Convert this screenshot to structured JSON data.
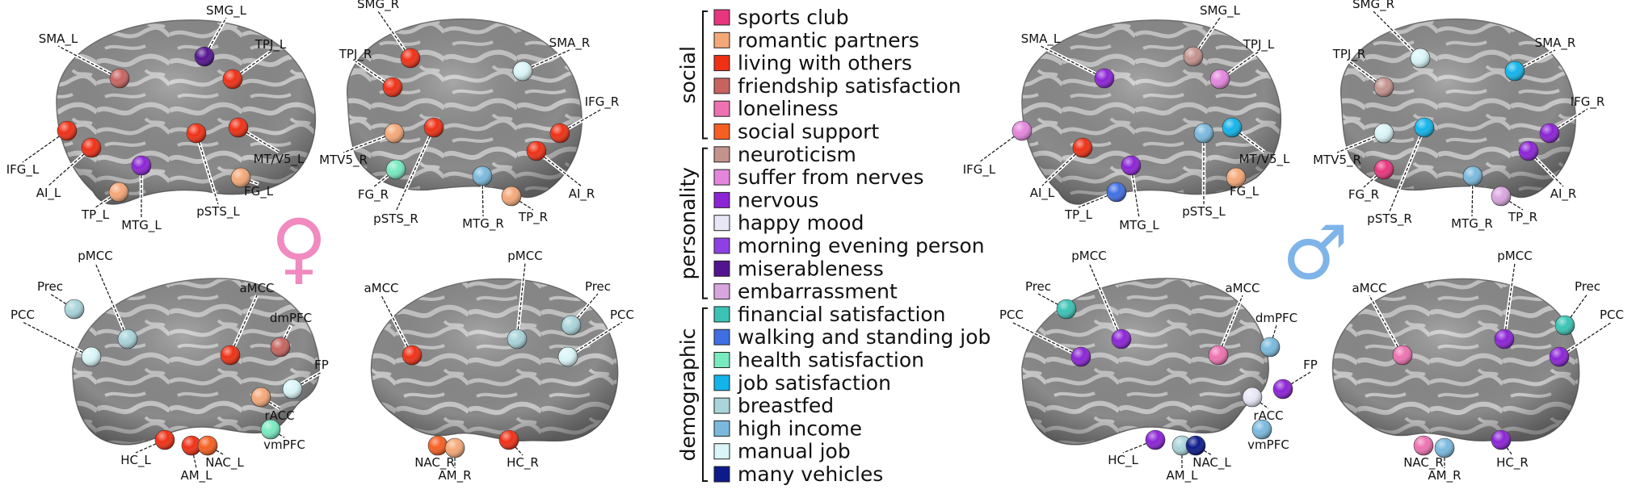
{
  "legend": {
    "groups": [
      {
        "name": "social",
        "items": [
          {
            "label": "sports club",
            "color": "#e8357e"
          },
          {
            "label": "romantic partners",
            "color": "#f4a878"
          },
          {
            "label": "living with others",
            "color": "#ef3015"
          },
          {
            "label": "friendship satisfaction",
            "color": "#c76460"
          },
          {
            "label": "loneliness",
            "color": "#ee72b1"
          },
          {
            "label": "social support",
            "color": "#f55f22"
          }
        ]
      },
      {
        "name": "personality",
        "items": [
          {
            "label": "neuroticism",
            "color": "#c4938d"
          },
          {
            "label": "suffer from nerves",
            "color": "#e486dd"
          },
          {
            "label": "nervous",
            "color": "#8c23d6"
          },
          {
            "label": "happy mood",
            "color": "#e7e7f6"
          },
          {
            "label": "morning evening person",
            "color": "#8e40e4"
          },
          {
            "label": "miserableness",
            "color": "#54148f"
          },
          {
            "label": "embarrassment",
            "color": "#d9a5df"
          }
        ]
      },
      {
        "name": "demographic",
        "items": [
          {
            "label": "financial satisfaction",
            "color": "#3ac3b5"
          },
          {
            "label": "walking and standing job",
            "color": "#3f6fe2"
          },
          {
            "label": "health satisfaction",
            "color": "#78eac0"
          },
          {
            "label": "job satisfaction",
            "color": "#12b4ea"
          },
          {
            "label": "breastfed",
            "color": "#a9d4da"
          },
          {
            "label": "high income",
            "color": "#7ab9dd"
          },
          {
            "label": "manual job",
            "color": "#d9f5f7"
          },
          {
            "label": "many vehicles",
            "color": "#0d1a8a"
          }
        ]
      }
    ]
  },
  "symbols": {
    "female": "♀",
    "male": "♂",
    "female_color": "#f08ac0",
    "male_color": "#7fb4e8"
  },
  "female": {
    "left_lateral": [
      {
        "name": "SMA_L",
        "color": "#c76460"
      },
      {
        "name": "SMG_L",
        "color": "#54148f"
      },
      {
        "name": "TPJ_L",
        "color": "#ef3015"
      },
      {
        "name": "IFG_L",
        "color": "#ef3015"
      },
      {
        "name": "AI_L",
        "color": "#ef3015"
      },
      {
        "name": "TP_L",
        "color": "#f4a878"
      },
      {
        "name": "MTG_L",
        "color": "#8c23d6"
      },
      {
        "name": "pSTS_L",
        "color": "#ef3015"
      },
      {
        "name": "FG_L",
        "color": "#f4a878"
      },
      {
        "name": "MT/V5_L",
        "color": "#ef3015"
      }
    ],
    "right_lateral": [
      {
        "name": "SMG_R",
        "color": "#ef3015"
      },
      {
        "name": "SMA_R",
        "color": "#d9f5f7"
      },
      {
        "name": "TPJ_R",
        "color": "#ef3015"
      },
      {
        "name": "IFG_R",
        "color": "#ef3015"
      },
      {
        "name": "MTV5_R",
        "color": "#f4a878"
      },
      {
        "name": "FG_R",
        "color": "#78eac0"
      },
      {
        "name": "pSTS_R",
        "color": "#ef3015"
      },
      {
        "name": "MTG_R",
        "color": "#7ab9dd"
      },
      {
        "name": "TP_R",
        "color": "#f4a878"
      },
      {
        "name": "AI_R",
        "color": "#ef3015"
      }
    ],
    "left_medial": [
      {
        "name": "pMCC",
        "color": "#a9d4da"
      },
      {
        "name": "Prec",
        "color": "#a9d4da"
      },
      {
        "name": "PCC",
        "color": "#d9f5f7"
      },
      {
        "name": "aMCC",
        "color": "#ef3015"
      },
      {
        "name": "dmPFC",
        "color": "#c76460"
      },
      {
        "name": "FP",
        "color": "#d9f5f7"
      },
      {
        "name": "rACC",
        "color": "#f4a878"
      },
      {
        "name": "vmPFC",
        "color": "#78eac0"
      },
      {
        "name": "HC_L",
        "color": "#ef3015"
      },
      {
        "name": "AM_L",
        "color": "#ef3015"
      },
      {
        "name": "NAC_L",
        "color": "#f55f22"
      }
    ],
    "right_medial": [
      {
        "name": "aMCC",
        "color": "#ef3015"
      },
      {
        "name": "pMCC",
        "color": "#a9d4da"
      },
      {
        "name": "Prec",
        "color": "#a9d4da"
      },
      {
        "name": "PCC",
        "color": "#d9f5f7"
      },
      {
        "name": "NAC_R",
        "color": "#f55f22"
      },
      {
        "name": "AM_R",
        "color": "#f4a878"
      },
      {
        "name": "HC_R",
        "color": "#ef3015"
      }
    ]
  },
  "male": {
    "left_lateral": [
      {
        "name": "SMA_L",
        "color": "#8c23d6"
      },
      {
        "name": "SMG_L",
        "color": "#c4938d"
      },
      {
        "name": "TPJ_L",
        "color": "#e486dd"
      },
      {
        "name": "IFG_L",
        "color": "#e486dd"
      },
      {
        "name": "AI_L",
        "color": "#ef3015"
      },
      {
        "name": "TP_L",
        "color": "#3f6fe2"
      },
      {
        "name": "MTG_L",
        "color": "#8c23d6"
      },
      {
        "name": "pSTS_L",
        "color": "#7ab9dd"
      },
      {
        "name": "FG_L",
        "color": "#f4a878"
      },
      {
        "name": "MT/V5_L",
        "color": "#12b4ea"
      }
    ],
    "right_lateral": [
      {
        "name": "SMG_R",
        "color": "#d9f5f7"
      },
      {
        "name": "SMA_R",
        "color": "#12b4ea"
      },
      {
        "name": "TPJ_R",
        "color": "#c4938d"
      },
      {
        "name": "IFG_R",
        "color": "#8c23d6"
      },
      {
        "name": "MTV5_R",
        "color": "#d9f5f7"
      },
      {
        "name": "FG_R",
        "color": "#e8357e"
      },
      {
        "name": "pSTS_R",
        "color": "#12b4ea"
      },
      {
        "name": "MTG_R",
        "color": "#7ab9dd"
      },
      {
        "name": "TP_R",
        "color": "#d9a5df"
      },
      {
        "name": "AI_R",
        "color": "#8c23d6"
      }
    ],
    "left_medial": [
      {
        "name": "pMCC",
        "color": "#8c23d6"
      },
      {
        "name": "Prec",
        "color": "#3ac3b5"
      },
      {
        "name": "PCC",
        "color": "#8c23d6"
      },
      {
        "name": "aMCC",
        "color": "#ee72b1"
      },
      {
        "name": "dmPFC",
        "color": "#7ab9dd"
      },
      {
        "name": "FP",
        "color": "#8c23d6"
      },
      {
        "name": "rACC",
        "color": "#e7e7f6"
      },
      {
        "name": "vmPFC",
        "color": "#7ab9dd"
      },
      {
        "name": "HC_L",
        "color": "#8c23d6"
      },
      {
        "name": "AM_L",
        "color": "#a9d4da"
      },
      {
        "name": "NAC_L",
        "color": "#0d1a8a"
      }
    ],
    "right_medial": [
      {
        "name": "aMCC",
        "color": "#ee72b1"
      },
      {
        "name": "pMCC",
        "color": "#8c23d6"
      },
      {
        "name": "Prec",
        "color": "#3ac3b5"
      },
      {
        "name": "PCC",
        "color": "#8c23d6"
      },
      {
        "name": "NAC_R",
        "color": "#ee72b1"
      },
      {
        "name": "AM_R",
        "color": "#7ab9dd"
      },
      {
        "name": "HC_R",
        "color": "#8c23d6"
      }
    ]
  }
}
